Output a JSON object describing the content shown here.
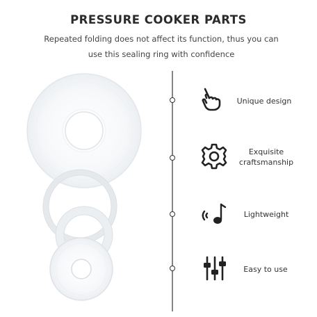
{
  "title": "PRESSURE COOKER PARTS",
  "subtitle": "Repeated folding does not affect its function, thus you can use this sealing ring with confidence",
  "features": [
    {
      "icon": "hand-pointer-icon",
      "label": "Unique design"
    },
    {
      "icon": "gear-icon",
      "label_line1": "Exquisite",
      "label_line2": "craftsmanship"
    },
    {
      "icon": "music-note-icon",
      "label": "Lightweight"
    },
    {
      "icon": "sliders-icon",
      "label": "Easy to use"
    }
  ],
  "colors": {
    "text": "#333333",
    "ring_edge": "#e2e6ea",
    "line": "#333333"
  }
}
